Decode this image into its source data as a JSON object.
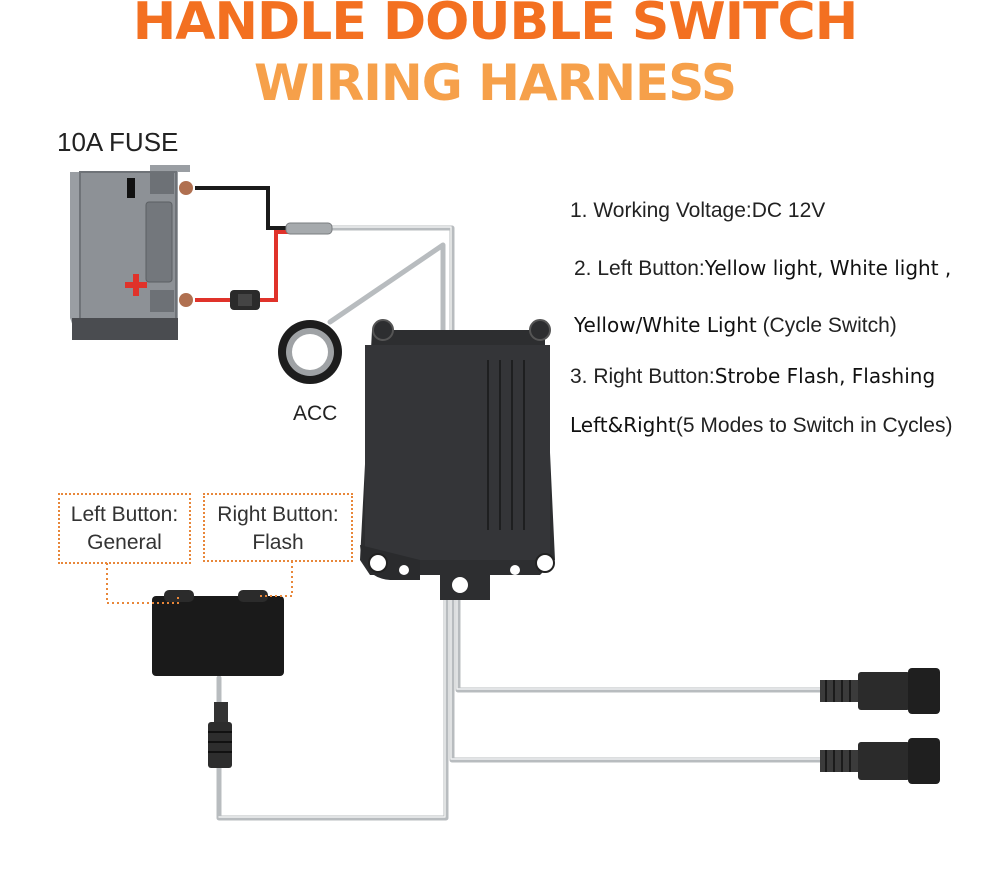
{
  "title": {
    "line1": "HANDLE DOUBLE SWITCH",
    "line2": "WIRING HARNESS"
  },
  "labels": {
    "fuse": "10A  FUSE",
    "acc": "ACC",
    "battery_minus": "-",
    "battery_plus": "+"
  },
  "buttons": {
    "left": {
      "line1": "Left Button:",
      "line2": "General"
    },
    "right": {
      "line1": "Right Button:",
      "line2": "Flash"
    }
  },
  "specs": {
    "item1": "1. Working Voltage:DC 12V",
    "item2_prefix": "2. Left Button:",
    "item2_value": "Yellow light, White light ,",
    "item2b_value": "Yellow/White Light",
    "item2b_suffix": " (Cycle Switch)",
    "item3_prefix": "3. Right Button:",
    "item3_value": "Strobe Flash, Flashing",
    "item3b_value": "Left&Right",
    "item3b_suffix": "(5 Modes to Switch in Cycles)"
  },
  "colors": {
    "title_primary": "#f37021",
    "title_secondary": "#f6a04a",
    "wire_red": "#e0322a",
    "wire_black": "#1a1a1a",
    "wire_gray": "#b8bcbf",
    "dotted_border": "#e8873a",
    "battery_body": "#8d9196",
    "controller_body": "#2d2e30"
  },
  "icons": [
    "battery-icon",
    "fuse-icon",
    "acc-ring-icon",
    "controller-box-icon",
    "handle-switch-icon",
    "connector-plug-icon"
  ]
}
